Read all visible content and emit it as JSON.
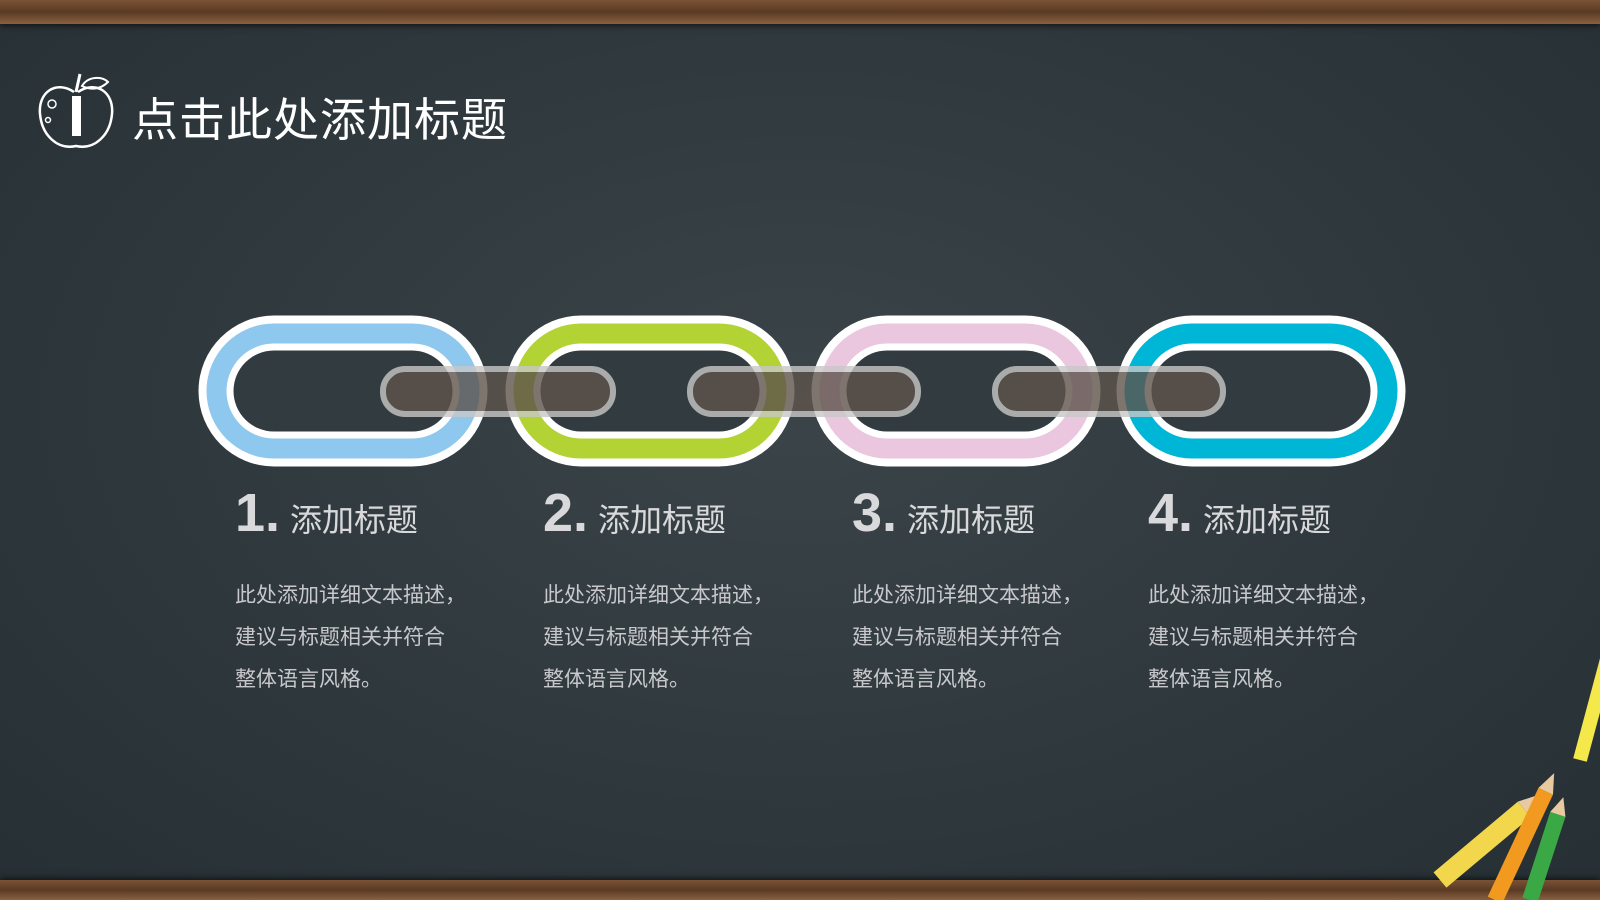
{
  "header": {
    "title": "点击此处添加标题",
    "icon": "apple-icon"
  },
  "colors": {
    "link1": "#8ec8ee",
    "link2": "#b3d334",
    "link3": "#ebc7df",
    "link4": "#00b6d6",
    "connector": "#5e534c"
  },
  "items": [
    {
      "number": "1.",
      "title": "添加标题",
      "desc": [
        "此处添加详细文本描述，",
        "建议与标题相关并符合",
        "整体语言风格。"
      ]
    },
    {
      "number": "2.",
      "title": "添加标题",
      "desc": [
        "此处添加详细文本描述，",
        "建议与标题相关并符合",
        "整体语言风格。"
      ]
    },
    {
      "number": "3.",
      "title": "添加标题",
      "desc": [
        "此处添加详细文本描述，",
        "建议与标题相关并符合",
        "整体语言风格。"
      ]
    },
    {
      "number": "4.",
      "title": "添加标题",
      "desc": [
        "此处添加详细文本描述，",
        "建议与标题相关并符合",
        "整体语言风格。"
      ]
    }
  ]
}
